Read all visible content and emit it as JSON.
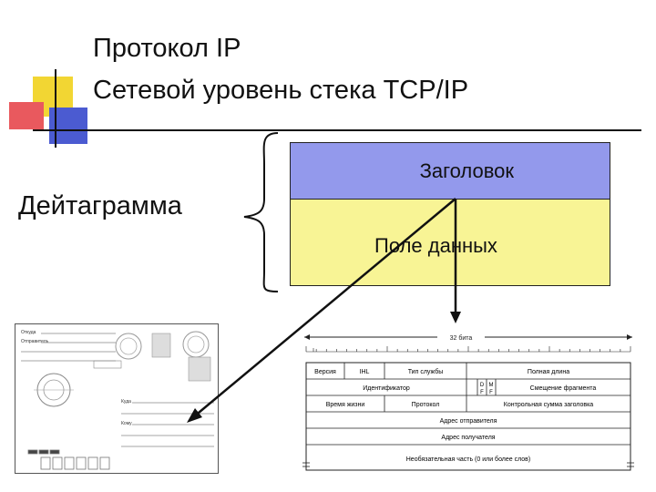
{
  "title": {
    "line1": "Протокол IP",
    "line2": "Сетевой уровень стека TCP/IP"
  },
  "datagram_label": "Дейтаграмма",
  "packet_box": {
    "header": "Заголовок",
    "data": "Поле данных"
  },
  "envelope": {
    "lines": [
      "Откуда",
      "Отправитель",
      "Куда",
      "Кому"
    ]
  },
  "ip_header": {
    "width_label": "32 бита",
    "row1": [
      "Версия",
      "IHL",
      "Тип службы",
      "Полная длина"
    ],
    "row2": [
      "Идентификатор",
      "D",
      "M",
      "F",
      "F",
      "Смещение фрагмента"
    ],
    "row3": [
      "Время жизни",
      "Протокол",
      "Контрольная сумма заголовка"
    ],
    "row4": "Адрес отправителя",
    "row5": "Адрес получателя",
    "row6": "Необязательная часть (0 или более слов)"
  },
  "colors": {
    "header": "#9399ec",
    "data": "#f8f495",
    "deco_yellow": "#f2d633",
    "deco_red": "#e9595e",
    "deco_blue": "#4b5bd1"
  }
}
